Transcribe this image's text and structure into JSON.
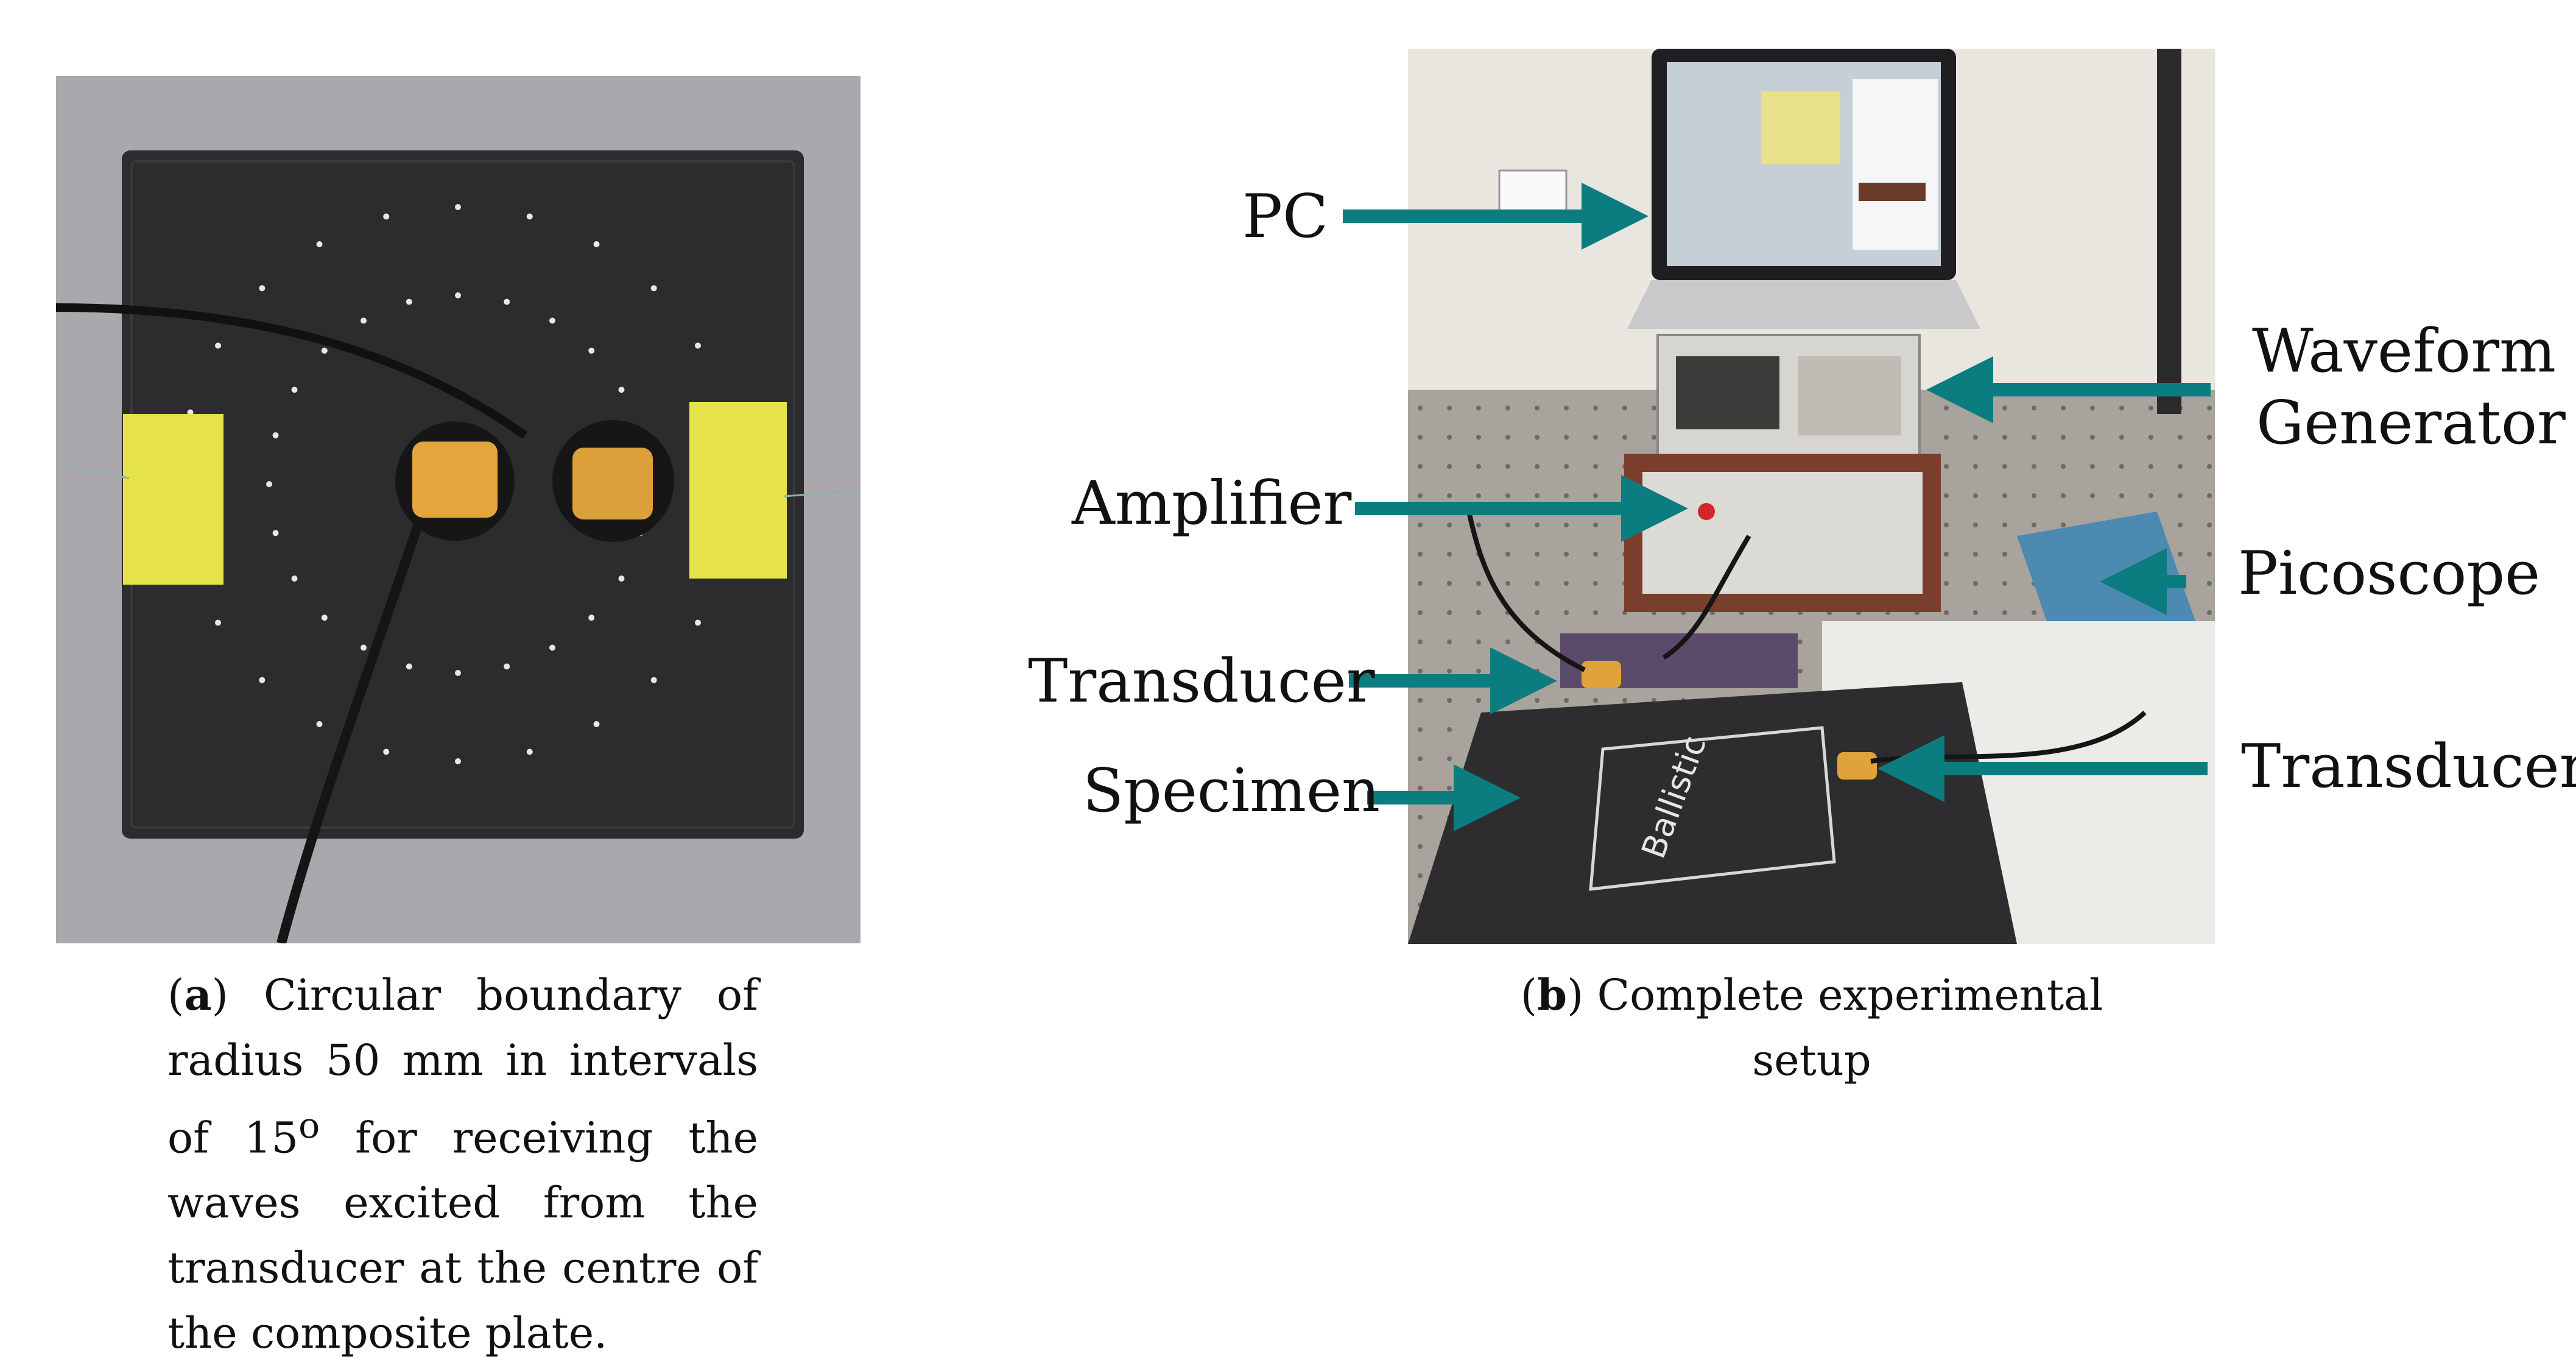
{
  "figure_a": {
    "caption_marker": "a",
    "caption_text": "Circular boundary of radius 50 mm in intervals of 15",
    "caption_degree": "o",
    "caption_rest": " for receiving the waves excited from the transducer at the centre of the composite plate."
  },
  "figure_b": {
    "caption_marker": "b",
    "caption_text": "Complete experimental setup",
    "specimen_writing": "Ballistic",
    "labels": {
      "pc": "PC",
      "waveform_line1": "Waveform",
      "waveform_line2": "Generator",
      "amplifier": "Amplifier",
      "picoscope": "Picoscope",
      "transducer_left": "Transducer",
      "specimen": "Specimen",
      "transducer_right": "Transducer"
    }
  },
  "colors": {
    "arrow": "#0b7d80",
    "tape": "#e6e34a",
    "plate": "#2b2b2b",
    "transducer": "#e2a63c"
  }
}
